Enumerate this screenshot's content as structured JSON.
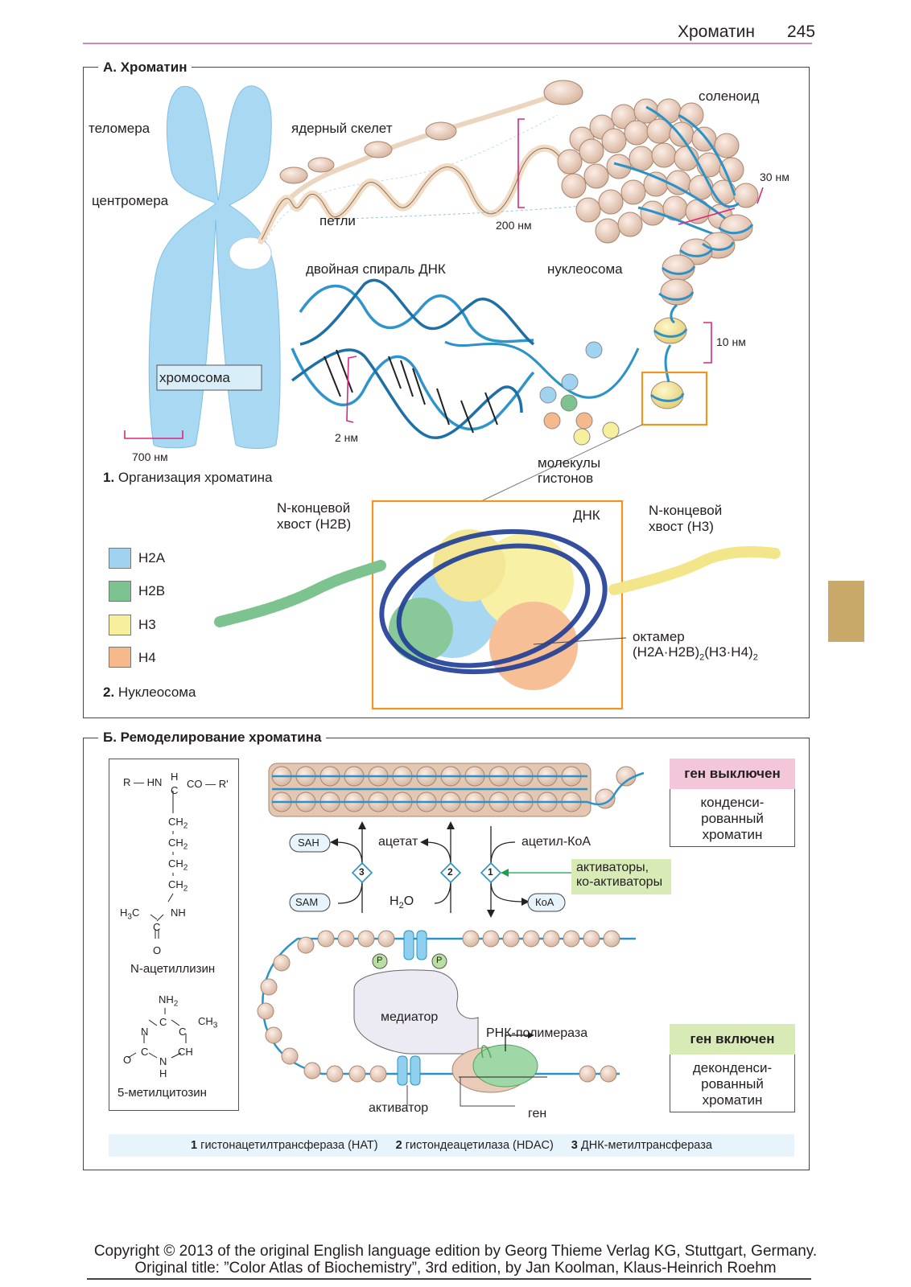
{
  "header": {
    "title": "Хроматин",
    "page": "245"
  },
  "section_a": {
    "title": "А. Хроматин",
    "labels": {
      "telomere": "теломера",
      "centromere": "центромера",
      "nuclear_skeleton": "ядерный скелет",
      "loops": "петли",
      "solenoid": "соленоид",
      "nm30": "30 нм",
      "nm200": "200 нм",
      "nucleosome": "нуклеосома",
      "dna_helix": "двойная спираль ДНК",
      "chromosome": "хромосома",
      "nm10": "10 нм",
      "nm2": "2 нм",
      "nm700": "700 нм",
      "histones": "молекулы",
      "histones2": "гистонов"
    },
    "sub1_num": "1.",
    "sub1_text": "Организация хроматина",
    "nucleosome_labels": {
      "h2b_tail_1": "N-концевой",
      "h2b_tail_2": "хвост (H2B)",
      "h3_tail_1": "N-концевой",
      "h3_tail_2": "хвост (H3)",
      "dna": "ДНК",
      "octamer_1": "октамер",
      "octamer_2": "(H2A·H2B)",
      "octamer_sub1": "2",
      "octamer_3": "(H3·H4)",
      "octamer_sub2": "2"
    },
    "legend": [
      {
        "name": "H2A",
        "color": "#9fd3f0"
      },
      {
        "name": "H2B",
        "color": "#7cc38f"
      },
      {
        "name": "H3",
        "color": "#f7ef9c"
      },
      {
        "name": "H4",
        "color": "#f6b98b"
      }
    ],
    "sub2_num": "2.",
    "sub2_text": "Нуклеосома"
  },
  "section_b": {
    "title": "Б. Ремоделирование хроматина",
    "acetyllysine": {
      "r_hn": "R — HN",
      "h": "H",
      "c": "C",
      "co_r": "CO — R'",
      "ch2_1": "CH",
      "ch2_2": "CH",
      "ch2_3": "CH",
      "ch2_4": "CH",
      "sub": "2",
      "h3c": "H",
      "h3c_sub": "3",
      "h3c_c": "C",
      "nh": "NH",
      "c2": "C",
      "o": "O",
      "name": "N-ацетиллизин"
    },
    "methylcytosine": {
      "nh2": "NH",
      "nh2_sub": "2",
      "c_top": "C",
      "ch3": "CH",
      "ch3_sub": "3",
      "n_left": "N",
      "c_right": "C",
      "c_left": "C",
      "ch": "CH",
      "o": "O",
      "n_bottom": "N",
      "h": "H",
      "name": "5-метилцитозин"
    },
    "reactions": {
      "sah": "SAH",
      "sam": "SAM",
      "acetate": "ацетат",
      "h2o": "H",
      "h2o_sub": "2",
      "h2o_o": "O",
      "acetyl_coa": "ацетил-КоА",
      "coa": "КоА",
      "step1": "1",
      "step2": "2",
      "step3": "3",
      "activators_1": "активаторы,",
      "activators_2": "ко-активаторы"
    },
    "gene_off": {
      "title": "ген выключен",
      "line1": "конденси-",
      "line2": "рованный",
      "line3": "хроматин"
    },
    "gene_on": {
      "title": "ген включен",
      "line1": "деконденси-",
      "line2": "рованный",
      "line3": "хроматин"
    },
    "mediator": "медиатор",
    "rna_pol": "РНК-полимераза",
    "p": "P",
    "activator": "активатор",
    "gene": "ген",
    "footnote": [
      {
        "num": "1",
        "text": "гистонацетилтрансфераза (НАТ)"
      },
      {
        "num": "2",
        "text": "гистондеацетилаза (HDAC)"
      },
      {
        "num": "3",
        "text": "ДНК-метилтрансфераза"
      }
    ]
  },
  "copyright": {
    "line1": "Copyright © 2013 of the original English language edition by Georg Thieme Verlag KG, Stuttgart, Germany.",
    "line2": "Original title: ”Color Atlas of Biochemistry”, 3rd edition, by Jan Koolman, Klaus-Heinrich Roehm"
  }
}
